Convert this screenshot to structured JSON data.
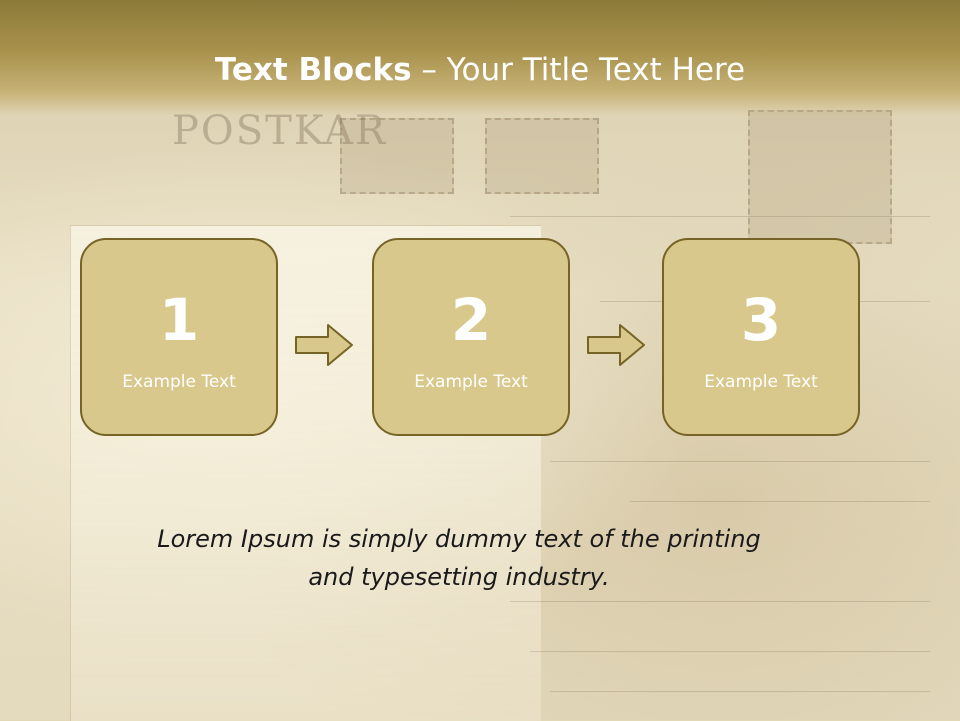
{
  "slide": {
    "title_bold": "Text Blocks",
    "title_dash": " – ",
    "title_rest": "Your Title Text Here",
    "background_word": "POSTKAR",
    "blocks": [
      {
        "number": "1",
        "label": "Example Text"
      },
      {
        "number": "2",
        "label": "Example Text"
      },
      {
        "number": "3",
        "label": "Example Text"
      }
    ],
    "body_line1": "Lorem Ipsum is simply dummy text of the printing",
    "body_line2": "and typesetting industry."
  },
  "colors": {
    "header": "#a8924c",
    "box_fill": "#d8c88b",
    "box_border": "#756425",
    "arrow_fill": "#d8c88b",
    "text_white": "#ffffff"
  },
  "icons": [
    "arrow-right-icon"
  ]
}
